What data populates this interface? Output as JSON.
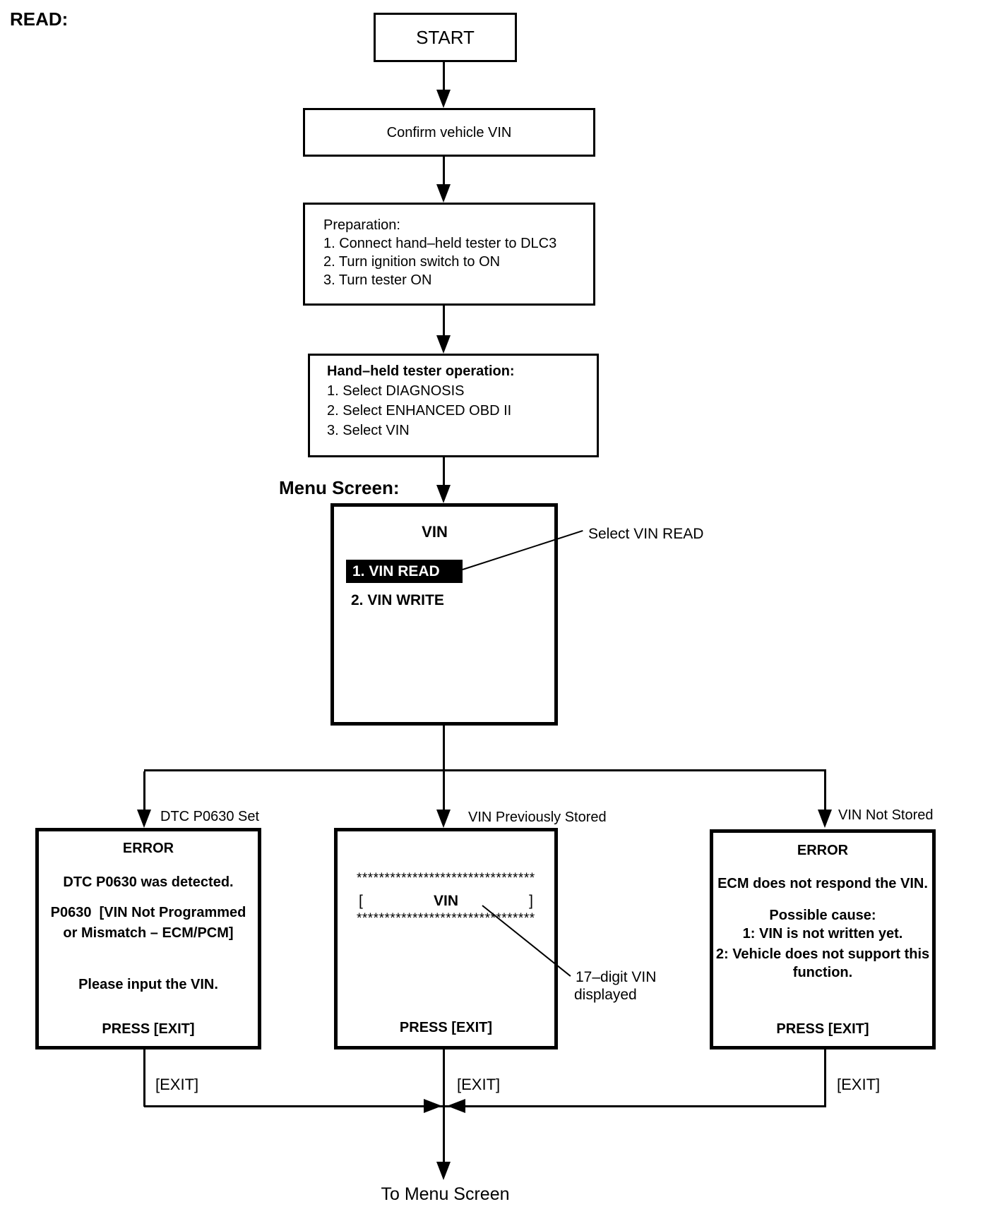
{
  "title": "READ:",
  "flow": {
    "start_label": "START",
    "confirm_label": "Confirm vehicle VIN",
    "preparation": {
      "title": "Preparation:",
      "items": [
        "1. Connect hand–held tester to DLC3",
        "2. Turn ignition switch to ON",
        "3. Turn tester ON"
      ]
    },
    "tester": {
      "title": "Hand–held tester operation:",
      "items": [
        "1. Select DIAGNOSIS",
        "2. Select ENHANCED OBD II",
        "3. Select VIN"
      ]
    }
  },
  "menu": {
    "label": "Menu Screen:",
    "screen_title": "VIN",
    "item_read": "1. VIN READ",
    "item_write": "2. VIN WRITE",
    "callout": "Select VIN READ"
  },
  "branches": {
    "left": {
      "label": "DTC P0630 Set",
      "lines": [
        "ERROR",
        "DTC P0630 was detected.",
        "P0630  [VIN Not Programmed",
        "or Mismatch – ECM/PCM]",
        "Please input the VIN.",
        "PRESS [EXIT]"
      ],
      "exit_label": "[EXIT]"
    },
    "center": {
      "label": "VIN Previously Stored",
      "asterisk_row": "*********************************",
      "bracket_open": "[",
      "vin_label": "VIN",
      "bracket_close": "]",
      "press": "PRESS [EXIT]",
      "callout_line1": "17–digit VIN",
      "callout_line2": "displayed",
      "exit_label": "[EXIT]"
    },
    "right": {
      "label": "VIN Not Stored",
      "lines": [
        "ERROR",
        "ECM does not respond the VIN.",
        "Possible cause:",
        "1: VIN is not written yet.",
        "2: Vehicle does not support this",
        "function.",
        "PRESS [EXIT]"
      ],
      "exit_label": "[EXIT]"
    }
  },
  "footer": {
    "to_menu": "To Menu Screen"
  },
  "colors": {
    "ink": "#000000",
    "background": "#ffffff",
    "highlight_bg": "#000000",
    "highlight_text": "#ffffff"
  }
}
